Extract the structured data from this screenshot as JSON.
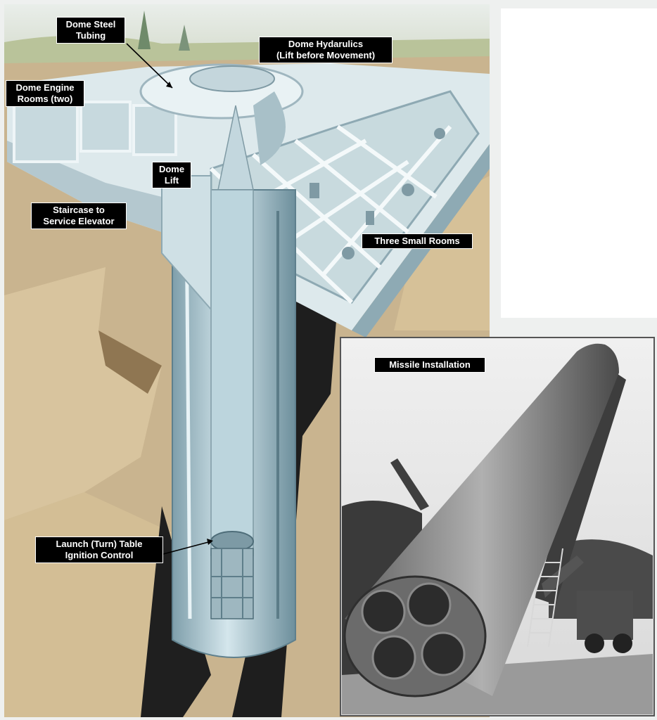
{
  "labels": {
    "dome_steel_tubing": [
      "Dome Steel",
      "Tubing"
    ],
    "dome_hydraulics": [
      "Dome Hydarulics",
      "(Lift before Movement)"
    ],
    "dome_engine_rooms": [
      "Dome Engine",
      "Rooms (two)"
    ],
    "dome_lift": [
      "Dome",
      "Lift"
    ],
    "staircase": [
      "Staircase to",
      "Service Elevator"
    ],
    "three_small_rooms": [
      "Three Small Rooms"
    ],
    "launch_table": [
      "Launch (Turn) Table",
      "Ignition Control"
    ],
    "missile_installation": [
      "Missile Installation"
    ]
  },
  "colors": {
    "ground": "#c9b48f",
    "ground_shadow": "#a98f66",
    "concrete": "#d9e6ea",
    "concrete_dark": "#9fb6bf",
    "shaft": "#b5cfd9",
    "shaft_dark": "#6d8f9c",
    "photo_sky": "#e6e6e6",
    "missile": "#8a8a8a",
    "label_bg": "#000000"
  }
}
